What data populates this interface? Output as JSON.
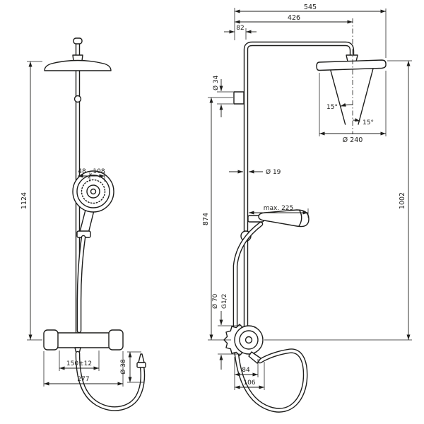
{
  "drawing": {
    "background": "#ffffff",
    "line_color": "#1d1d1b"
  },
  "front_view": {
    "dims": {
      "total_height": "1124",
      "handshower_offset_a": "48",
      "handshower_offset_b": "108",
      "hose_connector_diameter": "Ø 38",
      "inlet_spacing": "150±12",
      "valve_width": "277"
    }
  },
  "side_view": {
    "dims": {
      "total_depth": "545",
      "head_center_depth": "426",
      "pipe_wall_offset": "82",
      "bracket_diameter": "Ø 34",
      "head_diameter": "Ø 240",
      "spray_angle_a": "15°",
      "spray_angle_b": "15°",
      "pipe_diameter": "Ø 19",
      "bracket_height": "874",
      "head_height": "1002",
      "holder_reach": "max. 225",
      "escutcheon_diameter": "Ø 70",
      "connection_thread": "G1/2",
      "outlet_depth": "84",
      "hose_depth": "106"
    }
  }
}
